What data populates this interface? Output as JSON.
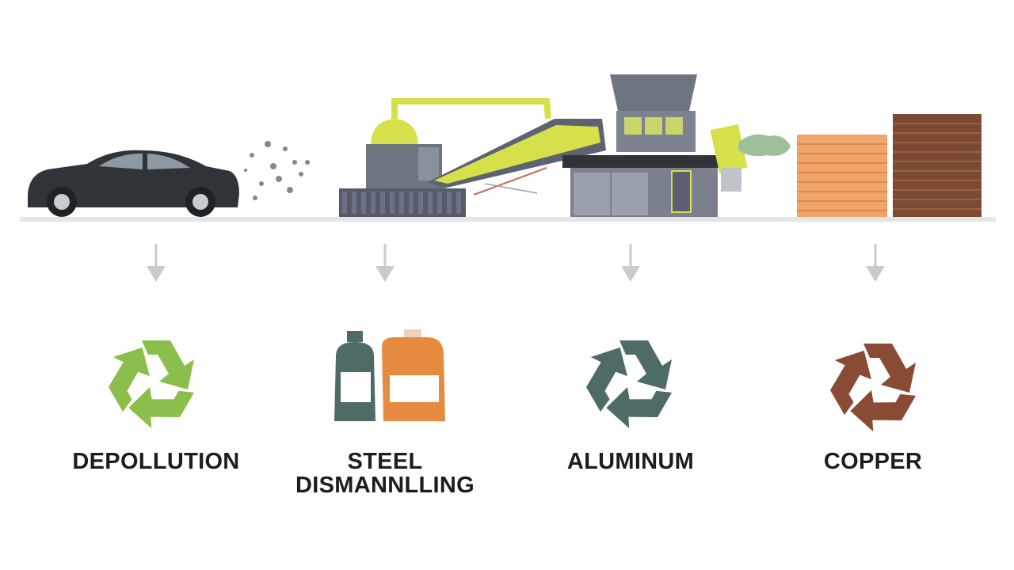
{
  "stages": [
    {
      "label_lines": [
        "DEPOLLUTION"
      ],
      "icon": "recycle-icon",
      "color": "#8bbf4c"
    },
    {
      "label_lines": [
        "STEEL",
        "DISMANNLLING"
      ],
      "icon": "fluid-containers-icon",
      "color": "#e58a3f"
    },
    {
      "label_lines": [
        "ALUMINUM"
      ],
      "icon": "recycle-icon",
      "color": "#4f6b67"
    },
    {
      "label_lines": [
        "COPPER"
      ],
      "icon": "recycle-icon",
      "color": "#8a4b34"
    }
  ],
  "colors": {
    "car": "#2f3438",
    "machine": "#6f7580",
    "accent_yellow": "#d6e04a",
    "arrow": "#c9cbcc",
    "ground": "#e3e5e6",
    "copper_stack": "#7b4a32",
    "orange_stack": "#f0a56b"
  }
}
